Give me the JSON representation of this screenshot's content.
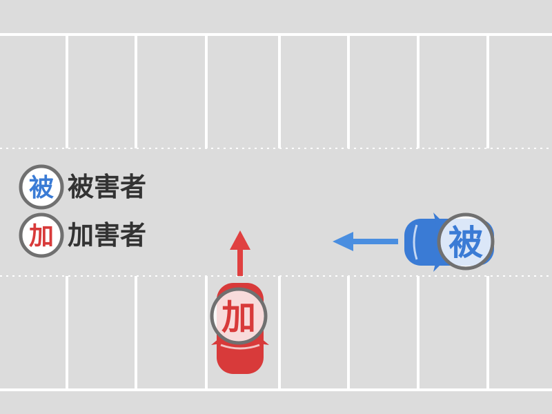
{
  "legend": [
    {
      "badge": "被",
      "label": "被害者",
      "color": "#3a7bd5"
    },
    {
      "badge": "加",
      "label": "加害者",
      "color": "#d83a3a"
    }
  ],
  "vehicles": {
    "victim_badge": "被",
    "perpetrator_badge": "加"
  },
  "colors": {
    "ground": "#dcdcdc",
    "lines": "#ffffff",
    "victim": "#3a7bd5",
    "perpetrator": "#d83a3a",
    "victim_arrow": "#4a8ee0",
    "perpetrator_arrow": "#e04040",
    "badge_ring": "#707070",
    "legend_text": "#333333"
  },
  "icons": {
    "victim_car": "car-top-view-icon",
    "perpetrator_car": "car-top-view-icon",
    "victim_direction": "arrow-left-icon",
    "perpetrator_direction": "arrow-up-icon"
  }
}
